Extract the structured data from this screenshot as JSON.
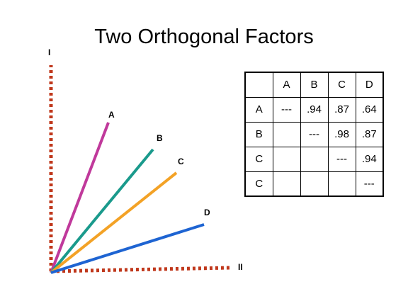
{
  "title": "Two Orthogonal Factors",
  "axes": {
    "vertical_label": "I",
    "horizontal_label": "II"
  },
  "vectors": [
    {
      "label": "A",
      "color": "#c0399b"
    },
    {
      "label": "B",
      "color": "#1a9a8c"
    },
    {
      "label": "C",
      "color": "#f3a226"
    },
    {
      "label": "D",
      "color": "#1e64d2"
    }
  ],
  "axis_color": "#c0381c",
  "matrix": {
    "header": [
      "",
      "A",
      "B",
      "C",
      "D"
    ],
    "rows": [
      [
        "A",
        "---",
        ".94",
        ".87",
        ".64"
      ],
      [
        "B",
        "",
        "---",
        ".98",
        ".87"
      ],
      [
        "C",
        "",
        "",
        "---",
        ".94"
      ],
      [
        "C",
        "",
        "",
        "",
        "---"
      ]
    ]
  }
}
